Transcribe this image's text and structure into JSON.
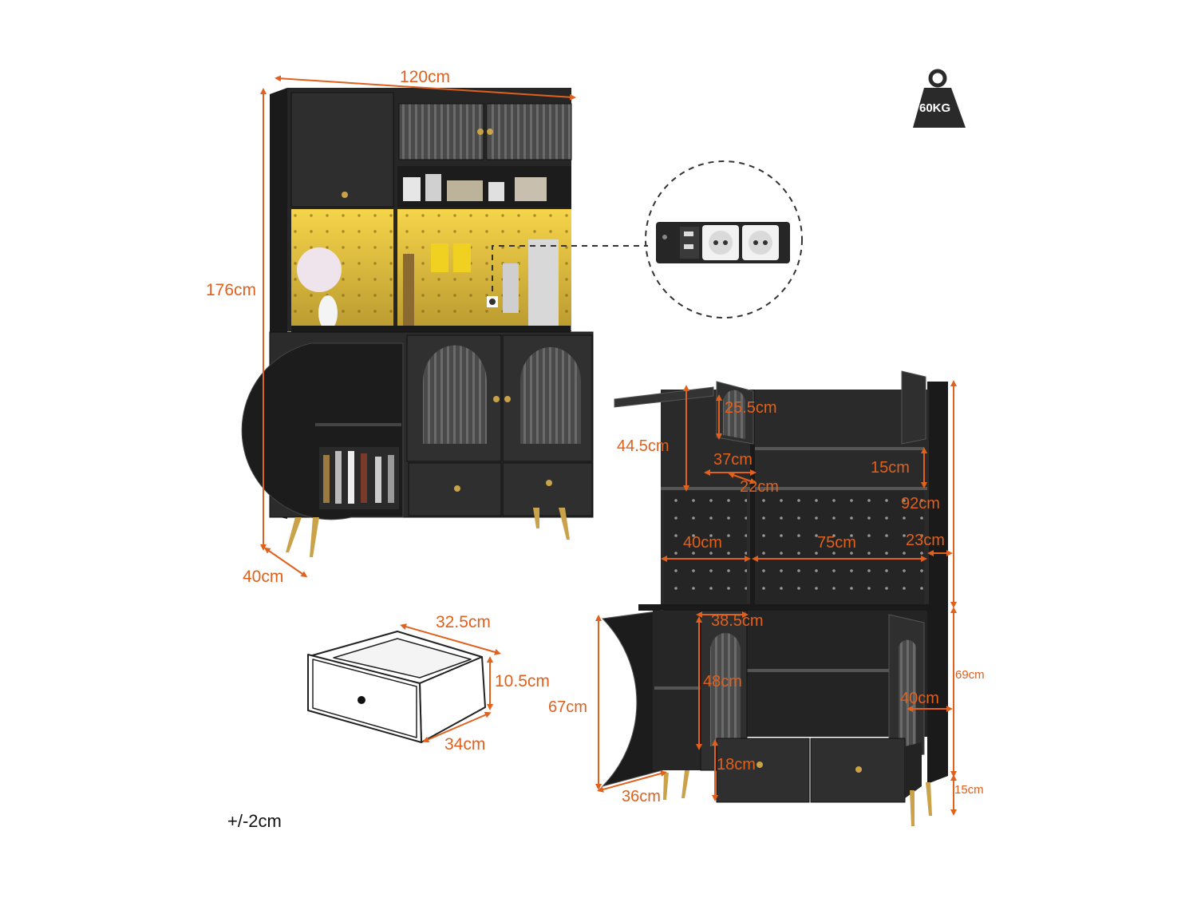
{
  "colors": {
    "dimension": "#e0601c",
    "cabinet": "#2a2a2a",
    "cabinet_dark": "#1a1a1a",
    "led_glow": "#f2c636",
    "gold": "#c9a24a",
    "text_dark": "#111111"
  },
  "weight_icon": {
    "icon": "weight-icon",
    "label": "60KG"
  },
  "socket_callout": {
    "icon": "power-socket-icon"
  },
  "front_view": {
    "width": "120cm",
    "height": "176cm",
    "depth": "40cm"
  },
  "drawer": {
    "width": "32.5cm",
    "height": "10.5cm",
    "depth": "34cm"
  },
  "open_view": {
    "upper_door_height": "25.5cm",
    "upper_compartment_height": "44.5cm",
    "shelf_width": "37cm",
    "shelf_depth": "22cm",
    "small_shelf_height": "15cm",
    "hutch_height": "92cm",
    "left_bay_width": "40cm",
    "right_bay_width": "75cm",
    "hutch_depth": "23cm",
    "inner_cabinet_width": "38.5cm",
    "inner_cabinet_height": "48cm",
    "base_height": "69cm",
    "door_height": "67cm",
    "base_depth": "40cm",
    "drawer_height": "18cm",
    "door_depth": "36cm",
    "leg_height": "15cm"
  },
  "tolerance": "+/-2cm"
}
